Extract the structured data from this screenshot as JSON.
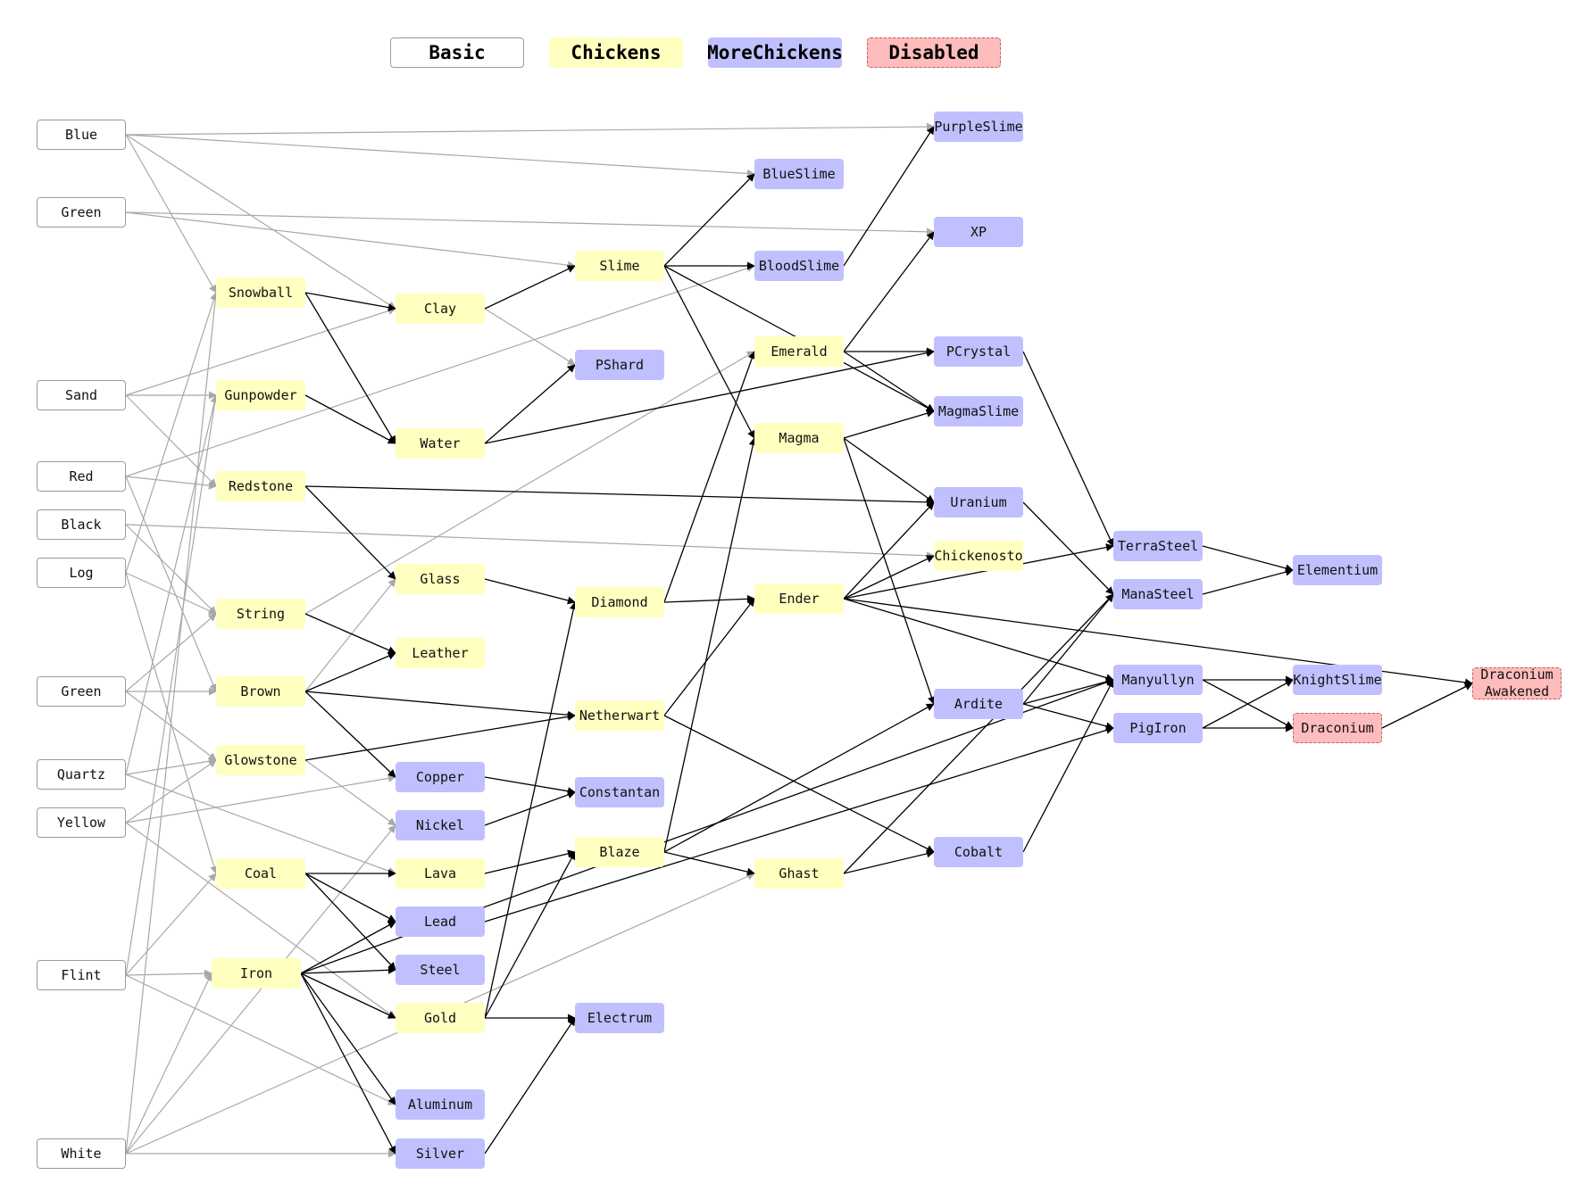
{
  "legend": [
    {
      "label": "Basic",
      "type": "basic"
    },
    {
      "label": "Chickens",
      "type": "chickens"
    },
    {
      "label": "MoreChickens",
      "type": "more"
    },
    {
      "label": "Disabled",
      "type": "disabled"
    }
  ],
  "colors": {
    "basic_fill": "#ffffff",
    "chickens_fill": "#ffffc0",
    "morechickens_fill": "#c0c0ff",
    "disabled_fill": "#ffbcbc",
    "edge_dark": "#000000",
    "edge_light": "#a8a8a8"
  },
  "nodes": {
    "blue": {
      "label": "Blue",
      "type": "basic"
    },
    "green_top": {
      "label": "Green",
      "type": "basic"
    },
    "sand": {
      "label": "Sand",
      "type": "basic"
    },
    "red": {
      "label": "Red",
      "type": "basic"
    },
    "black": {
      "label": "Black",
      "type": "basic"
    },
    "log": {
      "label": "Log",
      "type": "basic"
    },
    "green_bottom": {
      "label": "Green",
      "type": "basic"
    },
    "quartz": {
      "label": "Quartz",
      "type": "basic"
    },
    "yellow": {
      "label": "Yellow",
      "type": "basic"
    },
    "flint": {
      "label": "Flint",
      "type": "basic"
    },
    "white": {
      "label": "White",
      "type": "basic"
    },
    "snowball": {
      "label": "Snowball",
      "type": "chickens"
    },
    "gunpowder": {
      "label": "Gunpowder",
      "type": "chickens"
    },
    "redstone": {
      "label": "Redstone",
      "type": "chickens"
    },
    "string": {
      "label": "String",
      "type": "chickens"
    },
    "brown": {
      "label": "Brown",
      "type": "chickens"
    },
    "glowstone": {
      "label": "Glowstone",
      "type": "chickens"
    },
    "coal": {
      "label": "Coal",
      "type": "chickens"
    },
    "iron": {
      "label": "Iron",
      "type": "chickens"
    },
    "clay": {
      "label": "Clay",
      "type": "chickens"
    },
    "water": {
      "label": "Water",
      "type": "chickens"
    },
    "glass": {
      "label": "Glass",
      "type": "chickens"
    },
    "leather": {
      "label": "Leather",
      "type": "chickens"
    },
    "copper": {
      "label": "Copper",
      "type": "more"
    },
    "nickel": {
      "label": "Nickel",
      "type": "more"
    },
    "lava": {
      "label": "Lava",
      "type": "chickens"
    },
    "lead": {
      "label": "Lead",
      "type": "more"
    },
    "steel": {
      "label": "Steel",
      "type": "more"
    },
    "gold": {
      "label": "Gold",
      "type": "chickens"
    },
    "aluminum": {
      "label": "Aluminum",
      "type": "more"
    },
    "silver": {
      "label": "Silver",
      "type": "more"
    },
    "slime": {
      "label": "Slime",
      "type": "chickens"
    },
    "pshard": {
      "label": "PShard",
      "type": "more"
    },
    "diamond": {
      "label": "Diamond",
      "type": "chickens"
    },
    "netherwart": {
      "label": "Netherwart",
      "type": "chickens"
    },
    "constantan": {
      "label": "Constantan",
      "type": "more"
    },
    "blaze": {
      "label": "Blaze",
      "type": "chickens"
    },
    "electrum": {
      "label": "Electrum",
      "type": "more"
    },
    "blueslime": {
      "label": "BlueSlime",
      "type": "more"
    },
    "bloodslime": {
      "label": "BloodSlime",
      "type": "more"
    },
    "emerald": {
      "label": "Emerald",
      "type": "chickens"
    },
    "magma": {
      "label": "Magma",
      "type": "chickens"
    },
    "ender": {
      "label": "Ender",
      "type": "chickens"
    },
    "ghast": {
      "label": "Ghast",
      "type": "chickens"
    },
    "purpleslime": {
      "label": "PurpleSlime",
      "type": "more"
    },
    "xp": {
      "label": "XP",
      "type": "more"
    },
    "pcrystal": {
      "label": "PCrystal",
      "type": "more"
    },
    "magmaslime": {
      "label": "MagmaSlime",
      "type": "more"
    },
    "uranium": {
      "label": "Uranium",
      "type": "more"
    },
    "chickenosto": {
      "label": "Chickenosto",
      "type": "chickens"
    },
    "ardite": {
      "label": "Ardite",
      "type": "more"
    },
    "cobalt": {
      "label": "Cobalt",
      "type": "more"
    },
    "terrasteel": {
      "label": "TerraSteel",
      "type": "more"
    },
    "manasteel": {
      "label": "ManaSteel",
      "type": "more"
    },
    "manyullyn": {
      "label": "Manyullyn",
      "type": "more"
    },
    "pigiron": {
      "label": "PigIron",
      "type": "more"
    },
    "elementium": {
      "label": "Elementium",
      "type": "more"
    },
    "knightslime": {
      "label": "KnightSlime",
      "type": "more"
    },
    "draconium": {
      "label": "Draconium",
      "type": "disabled"
    },
    "draconium_awakened": {
      "label": "Draconium Awakened",
      "type": "disabled",
      "lines": [
        "Draconium",
        "Awakened"
      ]
    }
  },
  "edges": [
    {
      "from": "blue",
      "to": "purpleslime",
      "style": "light"
    },
    {
      "from": "blue",
      "to": "blueslime",
      "style": "light"
    },
    {
      "from": "blue",
      "to": "snowball",
      "style": "light"
    },
    {
      "from": "blue",
      "to": "clay",
      "style": "light"
    },
    {
      "from": "green_top",
      "to": "xp",
      "style": "light"
    },
    {
      "from": "green_top",
      "to": "slime",
      "style": "light"
    },
    {
      "from": "sand",
      "to": "gunpowder",
      "style": "light"
    },
    {
      "from": "sand",
      "to": "redstone",
      "style": "light"
    },
    {
      "from": "sand",
      "to": "clay",
      "style": "light"
    },
    {
      "from": "red",
      "to": "redstone",
      "style": "light"
    },
    {
      "from": "red",
      "to": "bloodslime",
      "style": "light"
    },
    {
      "from": "red",
      "to": "brown",
      "style": "light"
    },
    {
      "from": "black",
      "to": "chickenosto",
      "style": "light"
    },
    {
      "from": "black",
      "to": "string",
      "style": "light"
    },
    {
      "from": "log",
      "to": "snowball",
      "style": "light"
    },
    {
      "from": "log",
      "to": "string",
      "style": "light"
    },
    {
      "from": "log",
      "to": "coal",
      "style": "light"
    },
    {
      "from": "green_bottom",
      "to": "brown",
      "style": "light"
    },
    {
      "from": "green_bottom",
      "to": "glowstone",
      "style": "light"
    },
    {
      "from": "green_bottom",
      "to": "string",
      "style": "light"
    },
    {
      "from": "quartz",
      "to": "glowstone",
      "style": "light"
    },
    {
      "from": "quartz",
      "to": "gunpowder",
      "style": "light"
    },
    {
      "from": "quartz",
      "to": "lava",
      "style": "light"
    },
    {
      "from": "yellow",
      "to": "glowstone",
      "style": "light"
    },
    {
      "from": "yellow",
      "to": "copper",
      "style": "light"
    },
    {
      "from": "yellow",
      "to": "gold",
      "style": "light"
    },
    {
      "from": "flint",
      "to": "coal",
      "style": "light"
    },
    {
      "from": "flint",
      "to": "iron",
      "style": "light"
    },
    {
      "from": "flint",
      "to": "aluminum",
      "style": "light"
    },
    {
      "from": "flint",
      "to": "gunpowder",
      "style": "light"
    },
    {
      "from": "white",
      "to": "silver",
      "style": "light"
    },
    {
      "from": "white",
      "to": "iron",
      "style": "light"
    },
    {
      "from": "white",
      "to": "snowball",
      "style": "light"
    },
    {
      "from": "white",
      "to": "nickel",
      "style": "light"
    },
    {
      "from": "white",
      "to": "ghast",
      "style": "light"
    },
    {
      "from": "snowball",
      "to": "clay",
      "style": "dark"
    },
    {
      "from": "snowball",
      "to": "water",
      "style": "dark"
    },
    {
      "from": "gunpowder",
      "to": "water",
      "style": "dark"
    },
    {
      "from": "redstone",
      "to": "glass",
      "style": "dark"
    },
    {
      "from": "redstone",
      "to": "uranium",
      "style": "dark"
    },
    {
      "from": "string",
      "to": "leather",
      "style": "dark"
    },
    {
      "from": "string",
      "to": "emerald",
      "style": "light"
    },
    {
      "from": "brown",
      "to": "leather",
      "style": "dark"
    },
    {
      "from": "brown",
      "to": "netherwart",
      "style": "dark"
    },
    {
      "from": "brown",
      "to": "copper",
      "style": "dark"
    },
    {
      "from": "brown",
      "to": "glass",
      "style": "light"
    },
    {
      "from": "glowstone",
      "to": "netherwart",
      "style": "dark"
    },
    {
      "from": "glowstone",
      "to": "nickel",
      "style": "light"
    },
    {
      "from": "coal",
      "to": "lava",
      "style": "dark"
    },
    {
      "from": "coal",
      "to": "lead",
      "style": "dark"
    },
    {
      "from": "coal",
      "to": "steel",
      "style": "dark"
    },
    {
      "from": "iron",
      "to": "lead",
      "style": "dark"
    },
    {
      "from": "iron",
      "to": "steel",
      "style": "dark"
    },
    {
      "from": "iron",
      "to": "gold",
      "style": "dark"
    },
    {
      "from": "iron",
      "to": "aluminum",
      "style": "dark"
    },
    {
      "from": "iron",
      "to": "silver",
      "style": "dark"
    },
    {
      "from": "iron",
      "to": "manyullyn",
      "style": "dark"
    },
    {
      "from": "clay",
      "to": "slime",
      "style": "dark"
    },
    {
      "from": "clay",
      "to": "pshard",
      "style": "light"
    },
    {
      "from": "water",
      "to": "pshard",
      "style": "dark"
    },
    {
      "from": "water",
      "to": "pcrystal",
      "style": "dark"
    },
    {
      "from": "glass",
      "to": "diamond",
      "style": "dark"
    },
    {
      "from": "copper",
      "to": "constantan",
      "style": "dark"
    },
    {
      "from": "nickel",
      "to": "constantan",
      "style": "dark"
    },
    {
      "from": "lava",
      "to": "blaze",
      "style": "dark"
    },
    {
      "from": "lead",
      "to": "pigiron",
      "style": "dark"
    },
    {
      "from": "gold",
      "to": "electrum",
      "style": "dark"
    },
    {
      "from": "gold",
      "to": "diamond",
      "style": "dark"
    },
    {
      "from": "gold",
      "to": "blaze",
      "style": "dark"
    },
    {
      "from": "silver",
      "to": "electrum",
      "style": "dark"
    },
    {
      "from": "slime",
      "to": "blueslime",
      "style": "dark"
    },
    {
      "from": "slime",
      "to": "bloodslime",
      "style": "dark"
    },
    {
      "from": "slime",
      "to": "magma",
      "style": "dark"
    },
    {
      "from": "slime",
      "to": "magmaslime",
      "style": "dark"
    },
    {
      "from": "diamond",
      "to": "emerald",
      "style": "dark"
    },
    {
      "from": "diamond",
      "to": "ender",
      "style": "dark"
    },
    {
      "from": "netherwart",
      "to": "ender",
      "style": "dark"
    },
    {
      "from": "netherwart",
      "to": "cobalt",
      "style": "dark"
    },
    {
      "from": "blaze",
      "to": "magma",
      "style": "dark"
    },
    {
      "from": "blaze",
      "to": "ghast",
      "style": "dark"
    },
    {
      "from": "blaze",
      "to": "ardite",
      "style": "dark"
    },
    {
      "from": "bloodslime",
      "to": "purpleslime",
      "style": "dark"
    },
    {
      "from": "emerald",
      "to": "xp",
      "style": "dark"
    },
    {
      "from": "emerald",
      "to": "pcrystal",
      "style": "dark"
    },
    {
      "from": "emerald",
      "to": "magmaslime",
      "style": "dark"
    },
    {
      "from": "magma",
      "to": "magmaslime",
      "style": "dark"
    },
    {
      "from": "magma",
      "to": "uranium",
      "style": "dark"
    },
    {
      "from": "magma",
      "to": "ardite",
      "style": "dark"
    },
    {
      "from": "ender",
      "to": "uranium",
      "style": "dark"
    },
    {
      "from": "ender",
      "to": "chickenosto",
      "style": "dark"
    },
    {
      "from": "ender",
      "to": "terrasteel",
      "style": "dark"
    },
    {
      "from": "ender",
      "to": "manyullyn",
      "style": "dark"
    },
    {
      "from": "ender",
      "to": "draconium_awakened",
      "style": "dark"
    },
    {
      "from": "ghast",
      "to": "cobalt",
      "style": "dark"
    },
    {
      "from": "ghast",
      "to": "manasteel",
      "style": "dark"
    },
    {
      "from": "pcrystal",
      "to": "terrasteel",
      "style": "dark"
    },
    {
      "from": "uranium",
      "to": "manasteel",
      "style": "dark"
    },
    {
      "from": "ardite",
      "to": "manasteel",
      "style": "dark"
    },
    {
      "from": "ardite",
      "to": "manyullyn",
      "style": "dark"
    },
    {
      "from": "ardite",
      "to": "pigiron",
      "style": "dark"
    },
    {
      "from": "cobalt",
      "to": "manyullyn",
      "style": "dark"
    },
    {
      "from": "terrasteel",
      "to": "elementium",
      "style": "dark"
    },
    {
      "from": "manasteel",
      "to": "elementium",
      "style": "dark"
    },
    {
      "from": "manyullyn",
      "to": "knightslime",
      "style": "dark"
    },
    {
      "from": "manyullyn",
      "to": "draconium",
      "style": "dark"
    },
    {
      "from": "pigiron",
      "to": "knightslime",
      "style": "dark"
    },
    {
      "from": "pigiron",
      "to": "draconium",
      "style": "dark"
    },
    {
      "from": "draconium",
      "to": "draconium_awakened",
      "style": "dark"
    }
  ]
}
